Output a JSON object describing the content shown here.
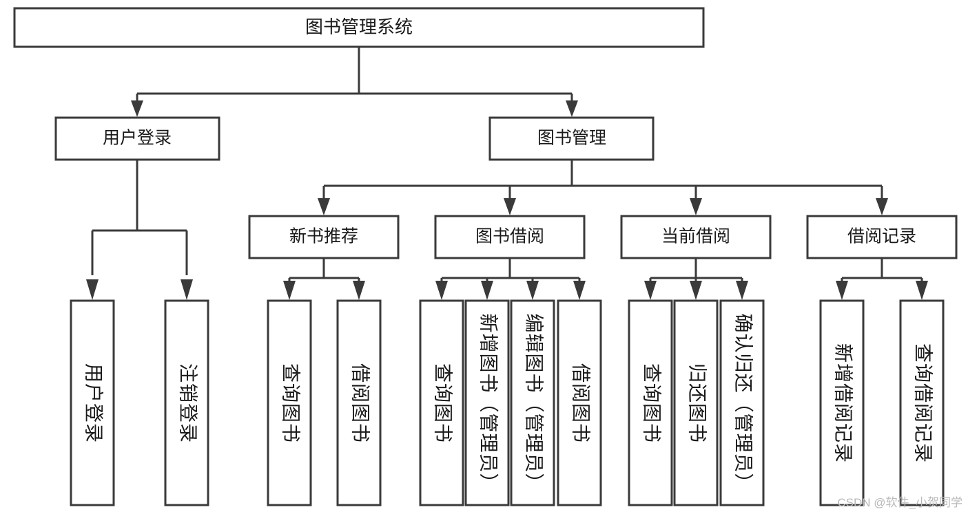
{
  "diagram": {
    "type": "tree-hierarchy",
    "title": "图书管理系统",
    "watermark": "CSDN @软件_小贺同学",
    "colors": {
      "background": "#ffffff",
      "stroke": "#3a3a3a",
      "text": "#1a1a1a",
      "watermark": "#b9b9b9"
    },
    "levels": [
      {
        "level": 0,
        "nodes": [
          {
            "id": "root",
            "label": "图书管理系统",
            "orientation": "horizontal"
          }
        ]
      },
      {
        "level": 1,
        "nodes": [
          {
            "id": "login",
            "label": "用户登录",
            "orientation": "horizontal",
            "parent": "root"
          },
          {
            "id": "bookmgmt",
            "label": "图书管理",
            "orientation": "horizontal",
            "parent": "root"
          }
        ]
      },
      {
        "level": 2,
        "nodes": [
          {
            "id": "newbook",
            "label": "新书推荐",
            "orientation": "horizontal",
            "parent": "bookmgmt"
          },
          {
            "id": "borrow",
            "label": "图书借阅",
            "orientation": "horizontal",
            "parent": "bookmgmt"
          },
          {
            "id": "current",
            "label": "当前借阅",
            "orientation": "horizontal",
            "parent": "bookmgmt"
          },
          {
            "id": "records",
            "label": "借阅记录",
            "orientation": "horizontal",
            "parent": "bookmgmt"
          }
        ]
      },
      {
        "level": 3,
        "nodes": [
          {
            "id": "leaf-1",
            "label": "用户登录",
            "orientation": "vertical",
            "parent": "login"
          },
          {
            "id": "leaf-2",
            "label": "注销登录",
            "orientation": "vertical",
            "parent": "login"
          },
          {
            "id": "leaf-3",
            "label": "查询图书",
            "orientation": "vertical",
            "parent": "newbook"
          },
          {
            "id": "leaf-4",
            "label": "借阅图书",
            "orientation": "vertical",
            "parent": "newbook"
          },
          {
            "id": "leaf-5",
            "label": "查询图书",
            "orientation": "vertical",
            "parent": "borrow"
          },
          {
            "id": "leaf-6",
            "label": "新增图书（管理员）",
            "orientation": "vertical",
            "parent": "borrow"
          },
          {
            "id": "leaf-7",
            "label": "编辑图书（管理员）",
            "orientation": "vertical",
            "parent": "borrow"
          },
          {
            "id": "leaf-8",
            "label": "借阅图书",
            "orientation": "vertical",
            "parent": "borrow"
          },
          {
            "id": "leaf-9",
            "label": "查询图书",
            "orientation": "vertical",
            "parent": "current"
          },
          {
            "id": "leaf-10",
            "label": "归还图书",
            "orientation": "vertical",
            "parent": "current"
          },
          {
            "id": "leaf-11",
            "label": "确认归还（管理员）",
            "orientation": "vertical",
            "parent": "current"
          },
          {
            "id": "leaf-12",
            "label": "新增借阅记录",
            "orientation": "vertical",
            "parent": "records"
          },
          {
            "id": "leaf-13",
            "label": "查询借阅记录",
            "orientation": "vertical",
            "parent": "records"
          }
        ]
      }
    ]
  }
}
